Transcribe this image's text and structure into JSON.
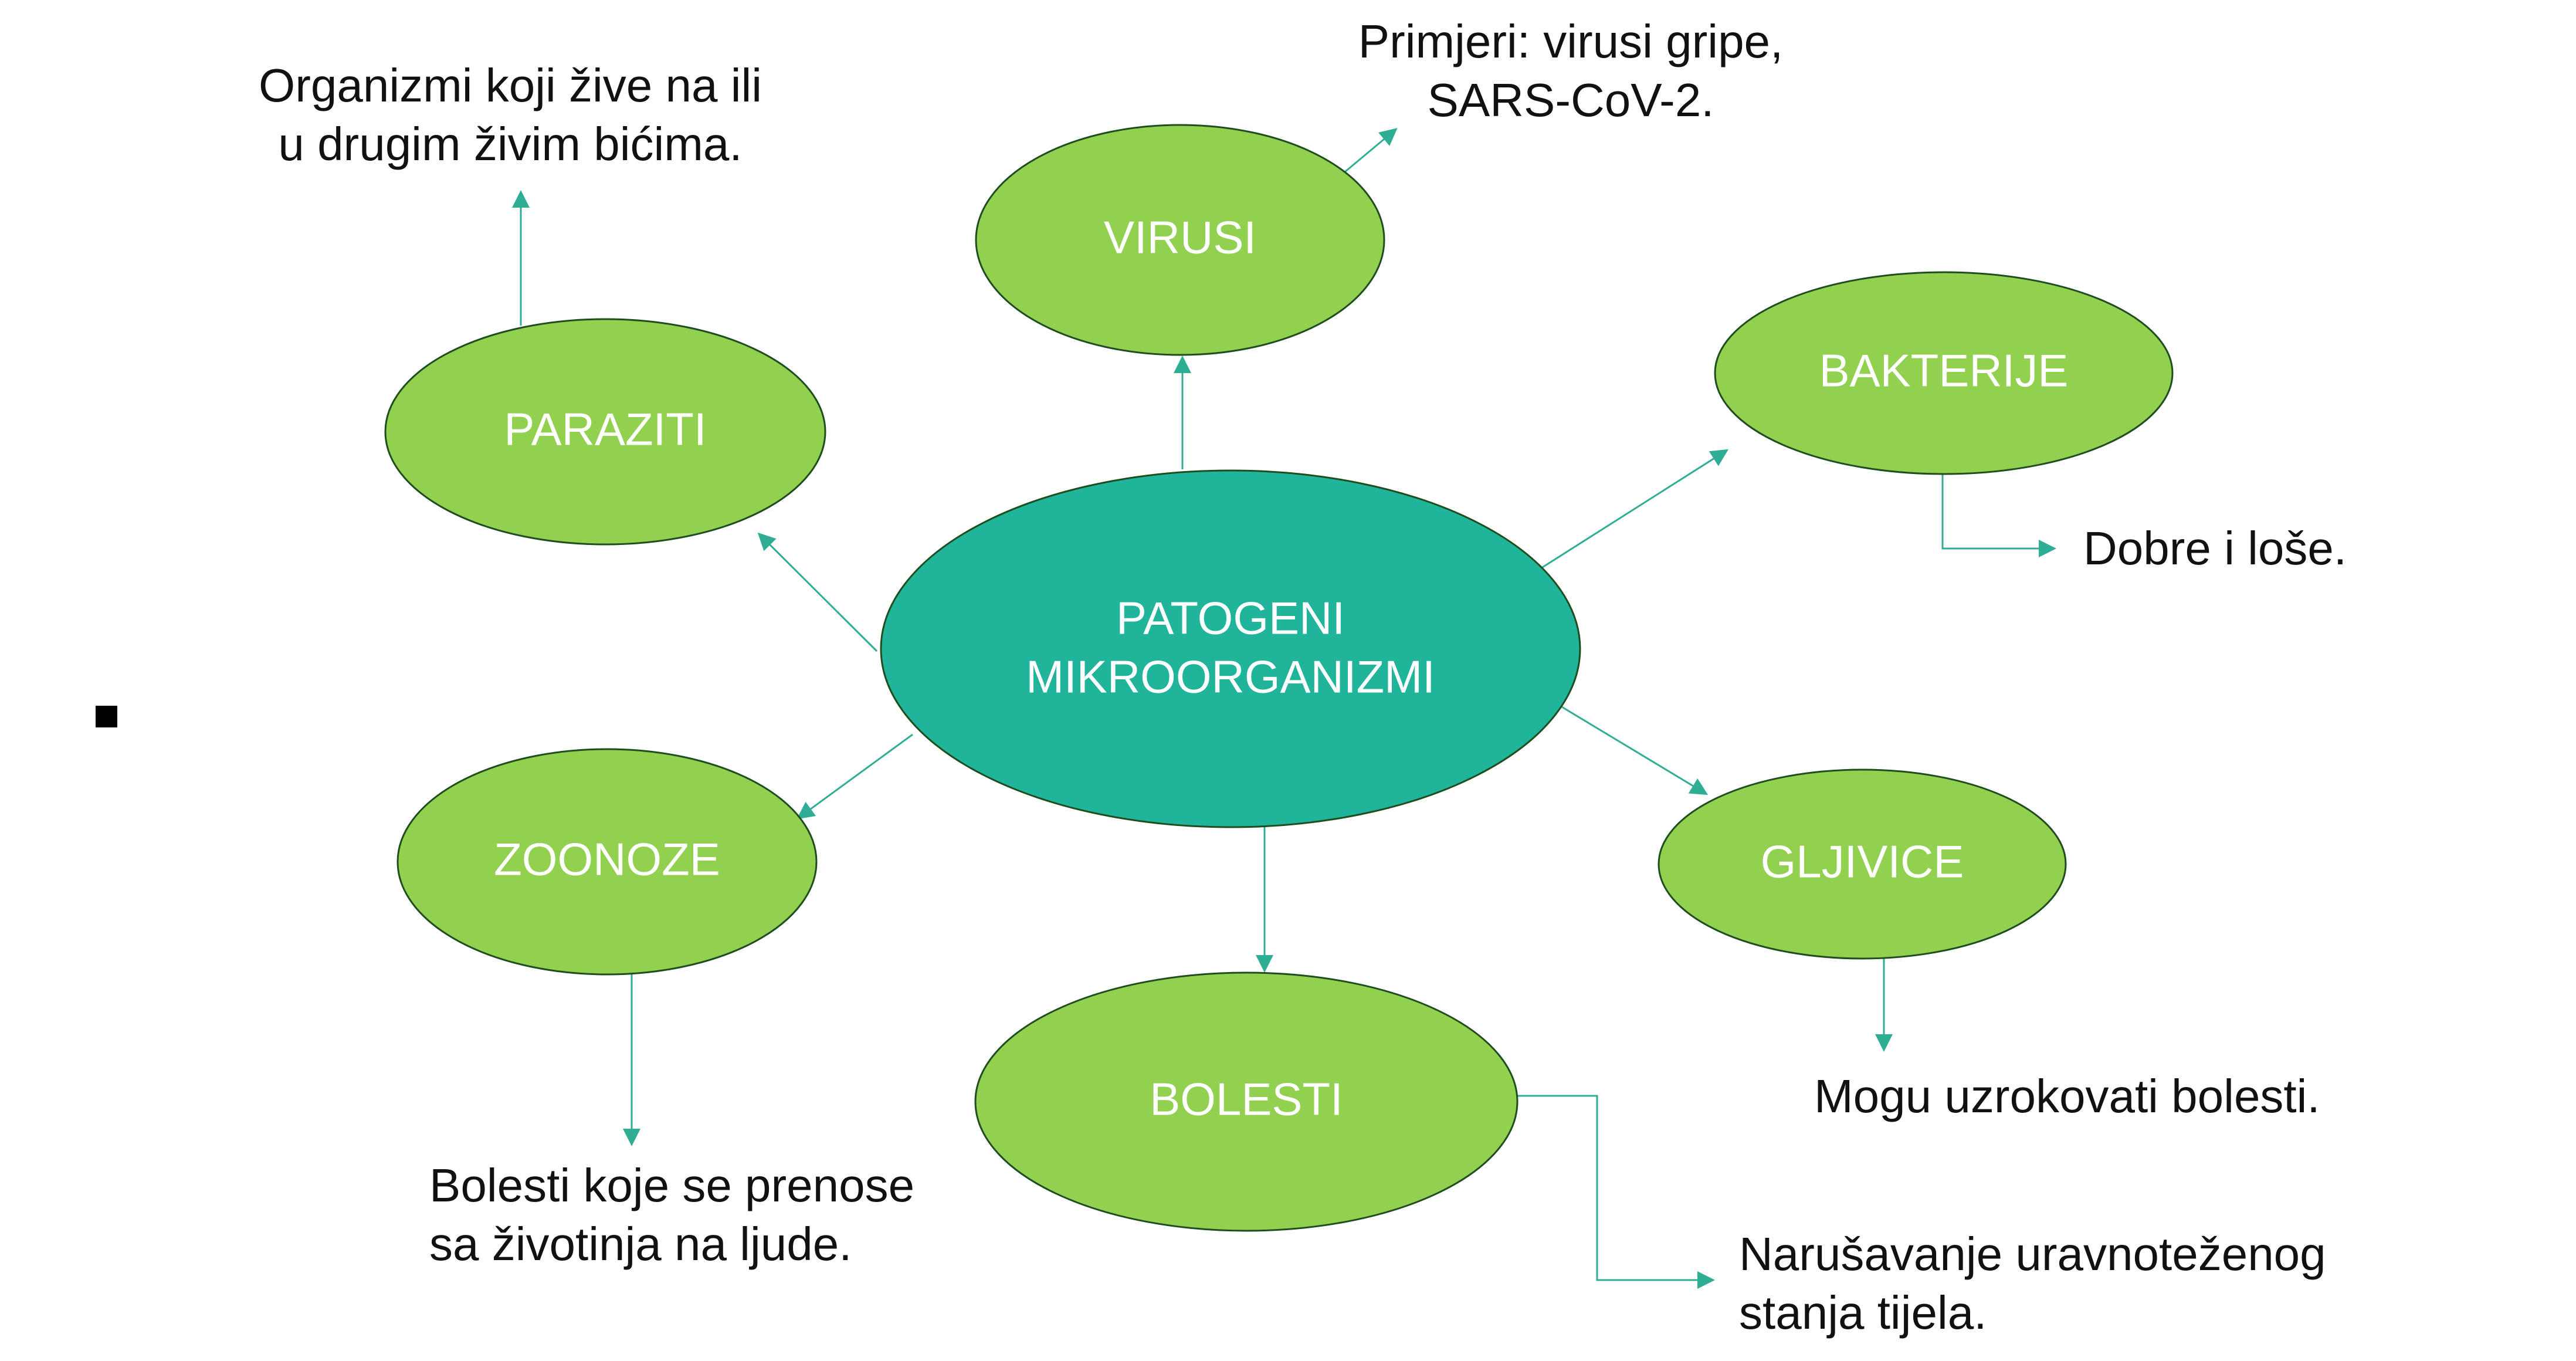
{
  "colors": {
    "center_fill": "#20B49A",
    "node_fill": "#92D050",
    "stroke": "#1F4D1F",
    "connector": "#2FAE95",
    "text_dark": "#111111",
    "text_light": "#FFFFFF",
    "bullet": "#000000"
  },
  "center": {
    "line1": "PATOGENI",
    "line2": "MIKROORGANIZMI"
  },
  "nodes": {
    "virusi": "VIRUSI",
    "paraziti": "PARAZITI",
    "bakterije": "BAKTERIJE",
    "zoonoze": "ZOONOZE",
    "gljivice": "GLJIVICE",
    "bolesti": "BOLESTI"
  },
  "notes": {
    "paraziti": {
      "line1": "Organizmi koji žive na ili",
      "line2": "u drugim živim bićima."
    },
    "virusi": {
      "line1": "Primjeri: virusi gripe,",
      "line2": "SARS-CoV-2."
    },
    "bakterije": {
      "line1": "Dobre i loše."
    },
    "gljivice": {
      "line1": "Mogu uzrokovati bolesti."
    },
    "zoonoze": {
      "line1": "Bolesti koje se prenose",
      "line2": "sa životinja na ljude."
    },
    "bolesti": {
      "line1": "Narušavanje uravnoteženog",
      "line2": "stanja tijela."
    }
  }
}
